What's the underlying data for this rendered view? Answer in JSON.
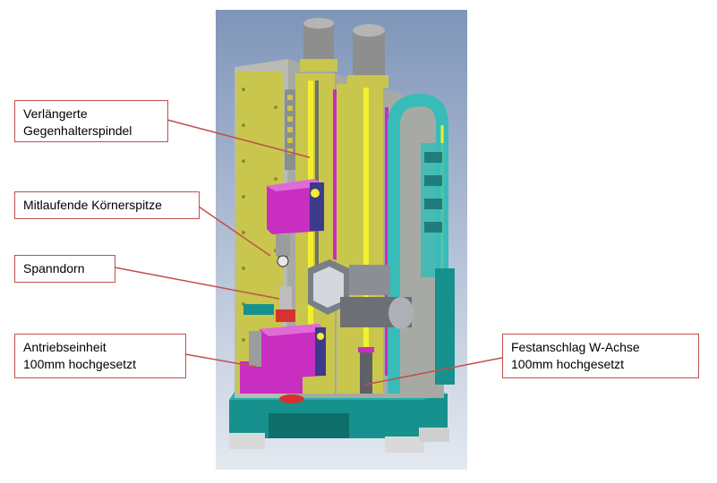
{
  "callouts": [
    {
      "label": "Verlängerte\nGegenhalterspindel"
    },
    {
      "label": "Mitlaufende Körnerspitze"
    },
    {
      "label": "Spanndorn"
    },
    {
      "label": "Antriebseinheit\n100mm hochgesetzt"
    },
    {
      "label": "Festanschlag W-Achse\n100mm hochgesetzt"
    }
  ],
  "colors": {
    "background_gradient_top": "#7f95b9",
    "background_gradient_bottom": "#e4e9f1",
    "frame": "#a7aaa4",
    "column_face": "#c9c64e",
    "base": "#16918d",
    "carriage": "#c82ec0",
    "rail": "#f3ef2f",
    "chain": "#38bcb9",
    "callout_border": "#c0504d",
    "leader_line": "#c0504d"
  },
  "icons": [
    "machine-model-3d-render"
  ]
}
